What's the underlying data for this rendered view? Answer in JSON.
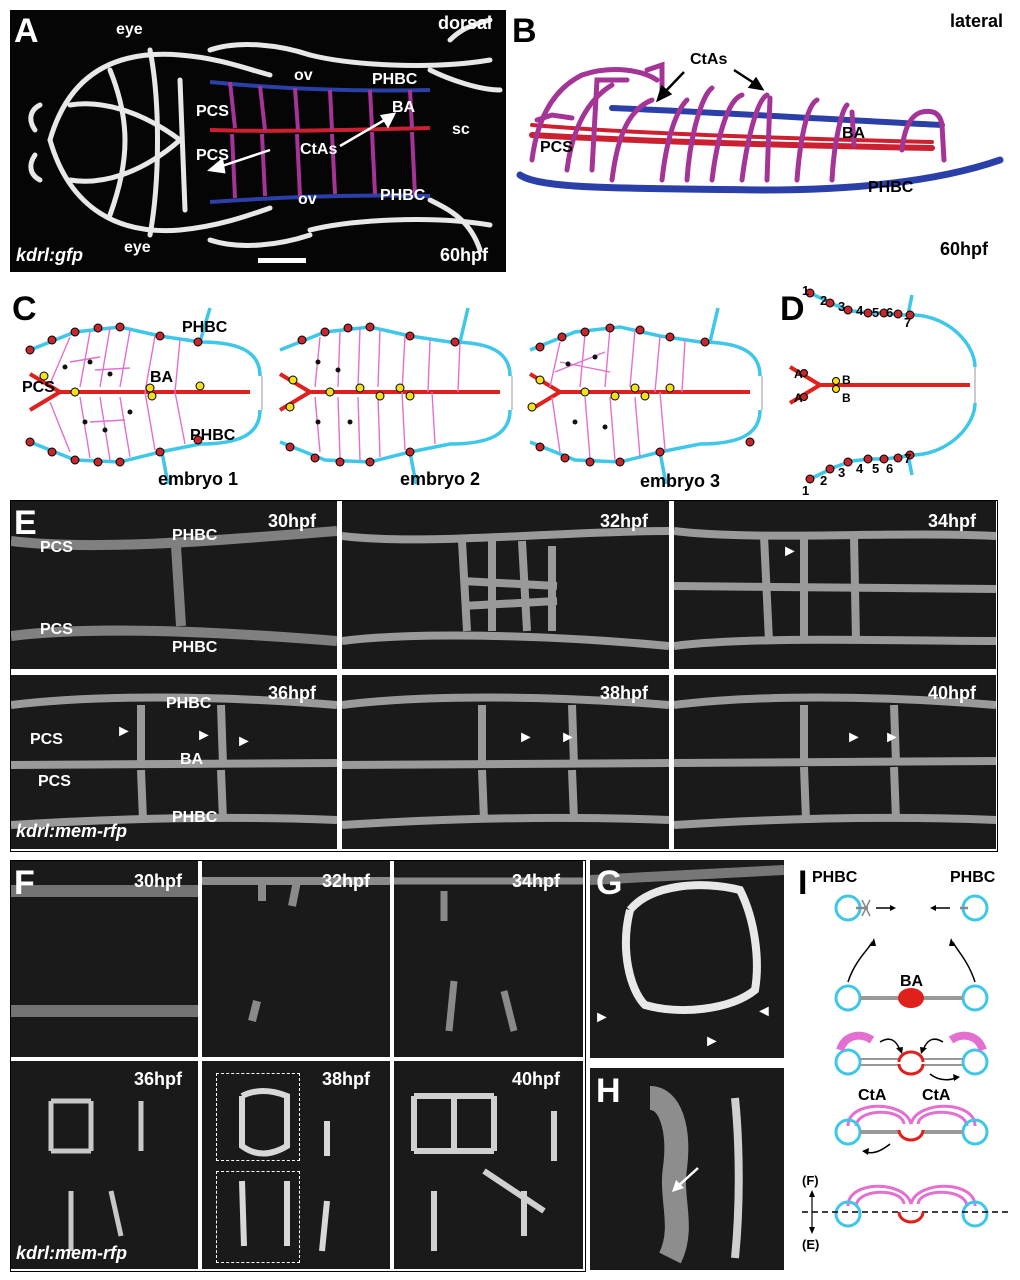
{
  "panels": {
    "A": "A",
    "B": "B",
    "C": "C",
    "D": "D",
    "E": "E",
    "F": "F",
    "G": "G",
    "H": "H",
    "I": "I"
  },
  "panelA": {
    "view": "dorsal",
    "eye_top": "eye",
    "eye_bottom": "eye",
    "ov_top": "ov",
    "ov_bottom": "ov",
    "phbc_top": "PHBC",
    "phbc_bottom": "PHBC",
    "ba": "BA",
    "sc": "sc",
    "pcs_top": "PCS",
    "pcs_bottom": "PCS",
    "ctas": "CtAs",
    "line": "kdrl:gfp",
    "stage": "60hpf"
  },
  "panelB": {
    "view": "lateral",
    "ctas": "CtAs",
    "pcs": "PCS",
    "ba": "BA",
    "phbc": "PHBC",
    "stage": "60hpf"
  },
  "panelC": {
    "phbc_top": "PHBC",
    "phbc_bottom": "PHBC",
    "ba": "BA",
    "pcs": "PCS",
    "embryo1": "embryo 1",
    "embryo2": "embryo 2",
    "embryo3": "embryo 3"
  },
  "panelD": {
    "top_numbers": [
      "1",
      "2",
      "3",
      "4",
      "5",
      "6",
      "7"
    ],
    "bottom_numbers": [
      "1",
      "2",
      "3",
      "4",
      "5",
      "6",
      "7"
    ],
    "a": "A",
    "b": "B"
  },
  "panelE": {
    "stages": [
      "30hpf",
      "32hpf",
      "34hpf",
      "36hpf",
      "38hpf",
      "40hpf"
    ],
    "pcs": "PCS",
    "phbc": "PHBC",
    "ba": "BA",
    "line": "kdrl:mem-rfp"
  },
  "panelF": {
    "stages": [
      "30hpf",
      "32hpf",
      "34hpf",
      "36hpf",
      "38hpf",
      "40hpf"
    ],
    "line": "kdrl:mem-rfp"
  },
  "panelI": {
    "phbc": "PHBC",
    "ba": "BA",
    "cta": "CtA",
    "f": "(F)",
    "e": "(E)"
  },
  "colors": {
    "phbc": "#3ec7e8",
    "ba": "#e0201c",
    "cta": "#e36fd1",
    "node_red": "#c6272d",
    "node_yellow": "#f2e11a",
    "vessel_blue": "#2b3fa8",
    "vessel_magenta": "#a53497"
  }
}
